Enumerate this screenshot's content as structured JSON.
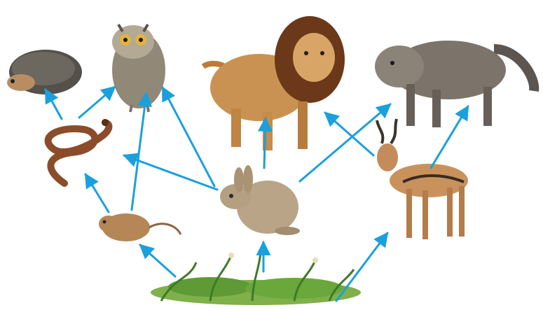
{
  "diagram": {
    "arrow_color": "#1aa0dc",
    "organisms": [
      {
        "id": "hedgehog",
        "icon": "hedgehog-icon"
      },
      {
        "id": "owl",
        "icon": "owl-icon"
      },
      {
        "id": "lion",
        "icon": "lion-icon"
      },
      {
        "id": "wolf",
        "icon": "wolf-icon"
      },
      {
        "id": "snake",
        "icon": "snake-icon"
      },
      {
        "id": "rabbit",
        "icon": "rabbit-icon"
      },
      {
        "id": "gazelle",
        "icon": "gazelle-icon"
      },
      {
        "id": "mouse",
        "icon": "mouse-icon"
      },
      {
        "id": "grass",
        "icon": "grass-icon"
      }
    ],
    "links": [
      {
        "from": "snake",
        "to": "hedgehog"
      },
      {
        "from": "snake",
        "to": "owl"
      },
      {
        "from": "mouse",
        "to": "snake"
      },
      {
        "from": "mouse",
        "to": "owl"
      },
      {
        "from": "rabbit",
        "to": "owl"
      },
      {
        "from": "rabbit",
        "to": "snake"
      },
      {
        "from": "rabbit",
        "to": "lion"
      },
      {
        "from": "rabbit",
        "to": "wolf"
      },
      {
        "from": "gazelle",
        "to": "lion"
      },
      {
        "from": "gazelle",
        "to": "wolf"
      },
      {
        "from": "grass",
        "to": "mouse"
      },
      {
        "from": "grass",
        "to": "rabbit"
      },
      {
        "from": "grass",
        "to": "gazelle"
      }
    ]
  }
}
